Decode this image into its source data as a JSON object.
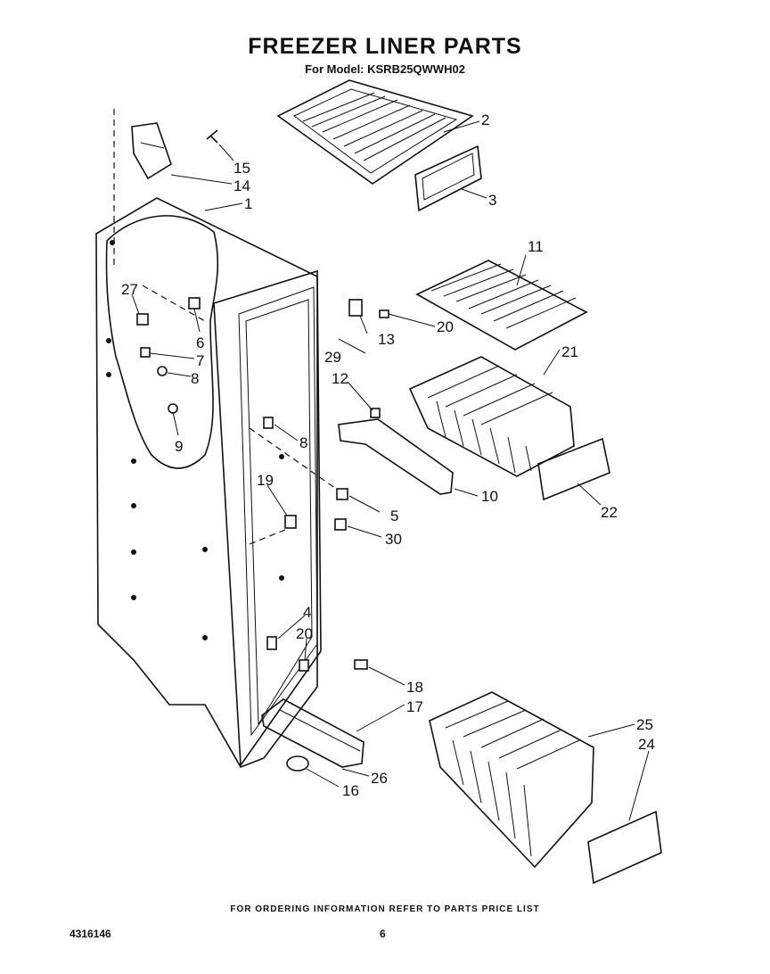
{
  "header": {
    "title": "FREEZER LINER PARTS",
    "model": "For Model: KSRB25QWWH02"
  },
  "footer": {
    "note": "FOR ORDERING INFORMATION REFER TO PARTS PRICE LIST",
    "doc_number": "4316146",
    "page": "6"
  },
  "callouts": [
    "1",
    "2",
    "3",
    "4",
    "5",
    "6",
    "7",
    "8",
    "8",
    "9",
    "10",
    "11",
    "12",
    "13",
    "14",
    "15",
    "16",
    "17",
    "18",
    "19",
    "20",
    "20",
    "21",
    "22",
    "24",
    "25",
    "26",
    "27",
    "29",
    "30"
  ]
}
